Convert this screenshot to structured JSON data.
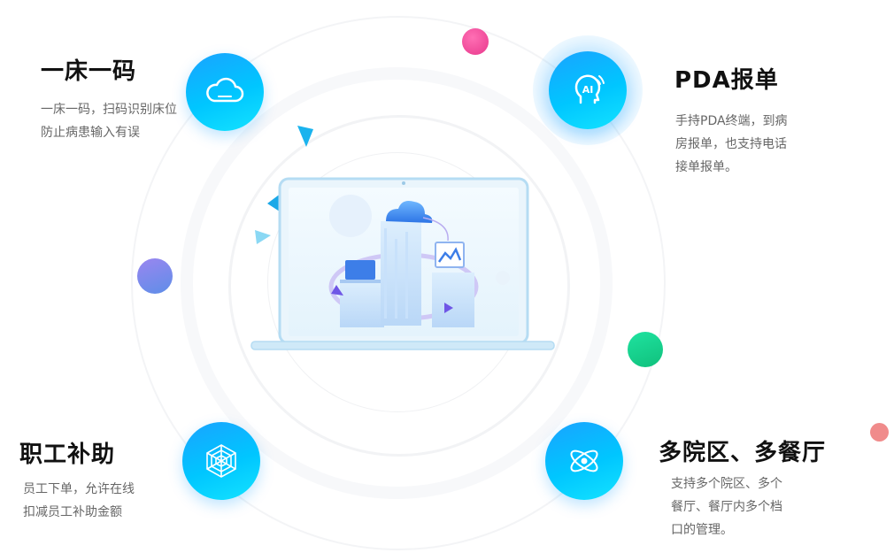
{
  "features": [
    {
      "title": "一床一码",
      "desc": [
        "一床一码，扫码识别床位",
        "防止病患输入有误"
      ],
      "icon": "cloud-icon"
    },
    {
      "title": "PDA报单",
      "desc": [
        "手持PDA终端，到病",
        "房报单，也支持电话",
        "接单报单。"
      ],
      "icon": "ai-head-icon"
    },
    {
      "title": "职工补助",
      "desc": [
        "员工下单，允许在线",
        "扣减员工补助金额"
      ],
      "icon": "web-icon"
    },
    {
      "title": "多院区、多餐厅",
      "desc": [
        "支持多个院区、多个",
        "餐厅、餐厅内多个档",
        "口的管理。"
      ],
      "icon": "atom-icon"
    }
  ],
  "illustration": {
    "icon_text": "AI"
  },
  "colors": {
    "accent": "#1aa3ff",
    "accent_light": "#14e3ff",
    "pink": "#e8388c",
    "purple": "#7a8aee",
    "green": "#10c07c",
    "coral": "#f08b8b"
  }
}
